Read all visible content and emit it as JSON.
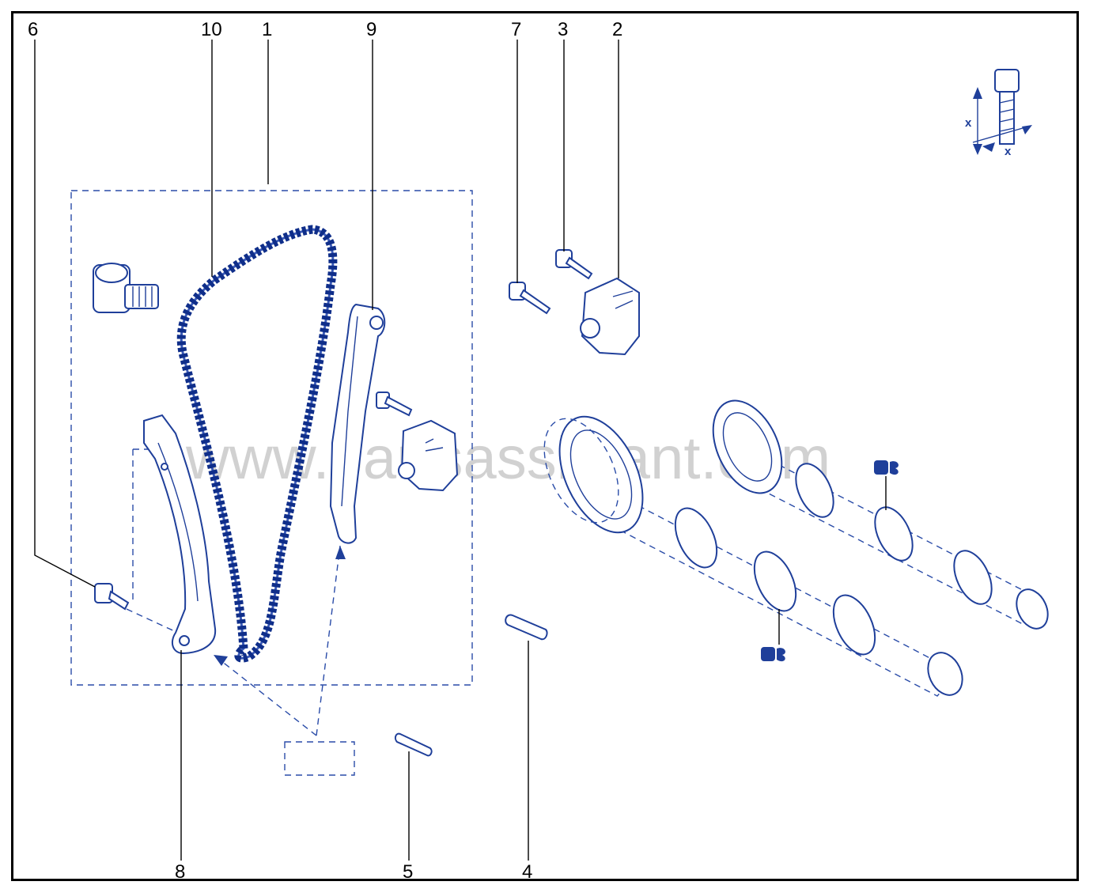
{
  "watermark": "www.partsassistant.com",
  "callouts": [
    "6",
    "10",
    "1",
    "9",
    "7",
    "3",
    "2",
    "8",
    "5",
    "4"
  ],
  "torque_symbol": {
    "label_left": "x",
    "label_bottom": "x"
  },
  "colors": {
    "line": "#1f3f9a",
    "chain": "#0f2e8a",
    "frame": "#000000"
  },
  "icons": [
    "bolt-icon",
    "torque-spec-icon",
    "sealant-icon"
  ]
}
